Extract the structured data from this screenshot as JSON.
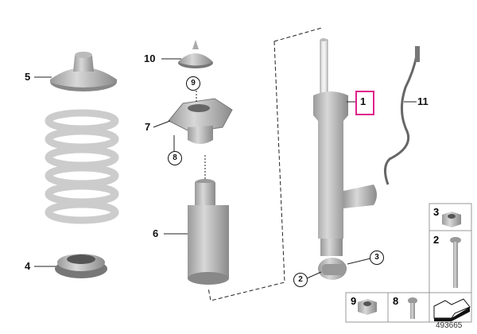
{
  "diagram_id": "493665",
  "callouts": {
    "c1": "1",
    "c2": "2",
    "c3": "3",
    "c4": "4",
    "c5": "5",
    "c6": "6",
    "c7": "7",
    "c8": "8",
    "c9": "9",
    "c10": "10",
    "c11": "11"
  },
  "highlighted_part": "1",
  "colors": {
    "highlight": "#e0218a"
  },
  "parts_table": {
    "p3": "3",
    "p2": "2",
    "p9": "9",
    "p8": "8"
  }
}
